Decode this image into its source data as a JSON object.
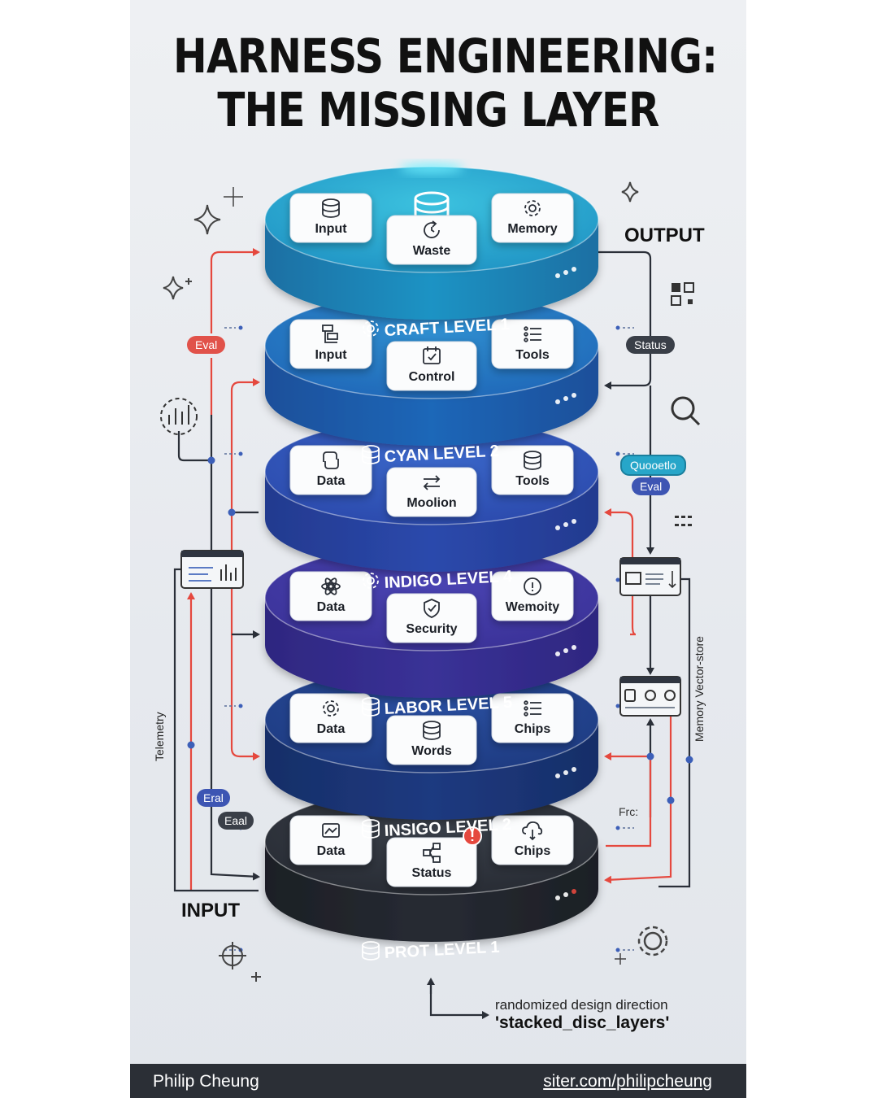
{
  "title": {
    "line1": "HARNESS ENGINEERING:",
    "line2": "THE MISSING LAYER"
  },
  "layers": [
    {
      "label": "CRAFT LEVEL 1",
      "label_icon": "gear-icon",
      "color_top": "#3cc2df",
      "color_side": "#1f93c4",
      "color_dark": "#1a6fa3",
      "modules": [
        {
          "text": "Input",
          "icon": "database-icon"
        },
        {
          "text": "Waste",
          "icon": "refresh-icon"
        },
        {
          "text": "Memory",
          "icon": "gear-icon"
        }
      ]
    },
    {
      "label": "CYAN LEVEL 2",
      "label_icon": "database-icon",
      "color_top": "#2f8fd0",
      "color_side": "#1f67b8",
      "color_dark": "#1a4f9a",
      "modules": [
        {
          "text": "Input",
          "icon": "hierarchy-icon"
        },
        {
          "text": "Control",
          "icon": "calendar-icon"
        },
        {
          "text": "Tools",
          "icon": "list-icon"
        }
      ]
    },
    {
      "label": "INDIGO LEVEL 4",
      "label_icon": "gear-icon",
      "color_top": "#3a67c9",
      "color_side": "#2b49ac",
      "color_dark": "#233a8f",
      "modules": [
        {
          "text": "Data",
          "icon": "python-icon"
        },
        {
          "text": "Moolion",
          "icon": "swap-icon"
        },
        {
          "text": "Tools",
          "icon": "database-icon"
        }
      ]
    },
    {
      "label": "LABOR LEVEL 5",
      "label_icon": "database-icon",
      "color_top": "#4a44b3",
      "color_side": "#3a3197",
      "color_dark": "#2e2780",
      "modules": [
        {
          "text": "Data",
          "icon": "atom-icon"
        },
        {
          "text": "Security",
          "icon": "shield-icon"
        },
        {
          "text": "Wemoity",
          "icon": "alert-icon"
        }
      ]
    },
    {
      "label": "INSIGO LEVEL 2",
      "label_icon": "database-icon",
      "color_top": "#2a4fa0",
      "color_side": "#1d3a80",
      "color_dark": "#172e68",
      "modules": [
        {
          "text": "Data",
          "icon": "gear-icon"
        },
        {
          "text": "Words",
          "icon": "database-icon"
        },
        {
          "text": "Chips",
          "icon": "list-icon"
        }
      ]
    },
    {
      "label": "PROT LEVEL 1",
      "label_icon": "database-icon",
      "color_top": "#3a404a",
      "color_side": "#272b33",
      "color_dark": "#1c1f25",
      "modules": [
        {
          "text": "Data",
          "icon": "image-icon"
        },
        {
          "text": "Status",
          "icon": "network-icon"
        },
        {
          "text": "Chips",
          "icon": "cloud-icon"
        }
      ]
    }
  ],
  "side_labels": {
    "output": "OUTPUT",
    "input": "INPUT",
    "telemetry": "Telemetry",
    "memory_store": "Memory Vector-store",
    "frc": "Frc:"
  },
  "pills": {
    "eval_left": "Eval",
    "status_right": "Status",
    "quoootio": "Quooetlo",
    "eval_right": "Eval",
    "eral_bottom": "Eral",
    "eaal_bottom": "Eaal"
  },
  "note": {
    "line1": "randomized design direction",
    "line2": "'stacked_disc_layers'"
  },
  "footer": {
    "author": "Philip Cheung",
    "site": "siter.com/philipcheung"
  },
  "colors": {
    "arrow_red": "#e5483e",
    "line_dark": "#2a2f38",
    "node_blue": "#3c5fb8",
    "eval_red": "#e1524a",
    "status_dark": "#3a3f48",
    "quo_cyan": "#27a6c9",
    "eval_blue": "#3d55b3"
  }
}
